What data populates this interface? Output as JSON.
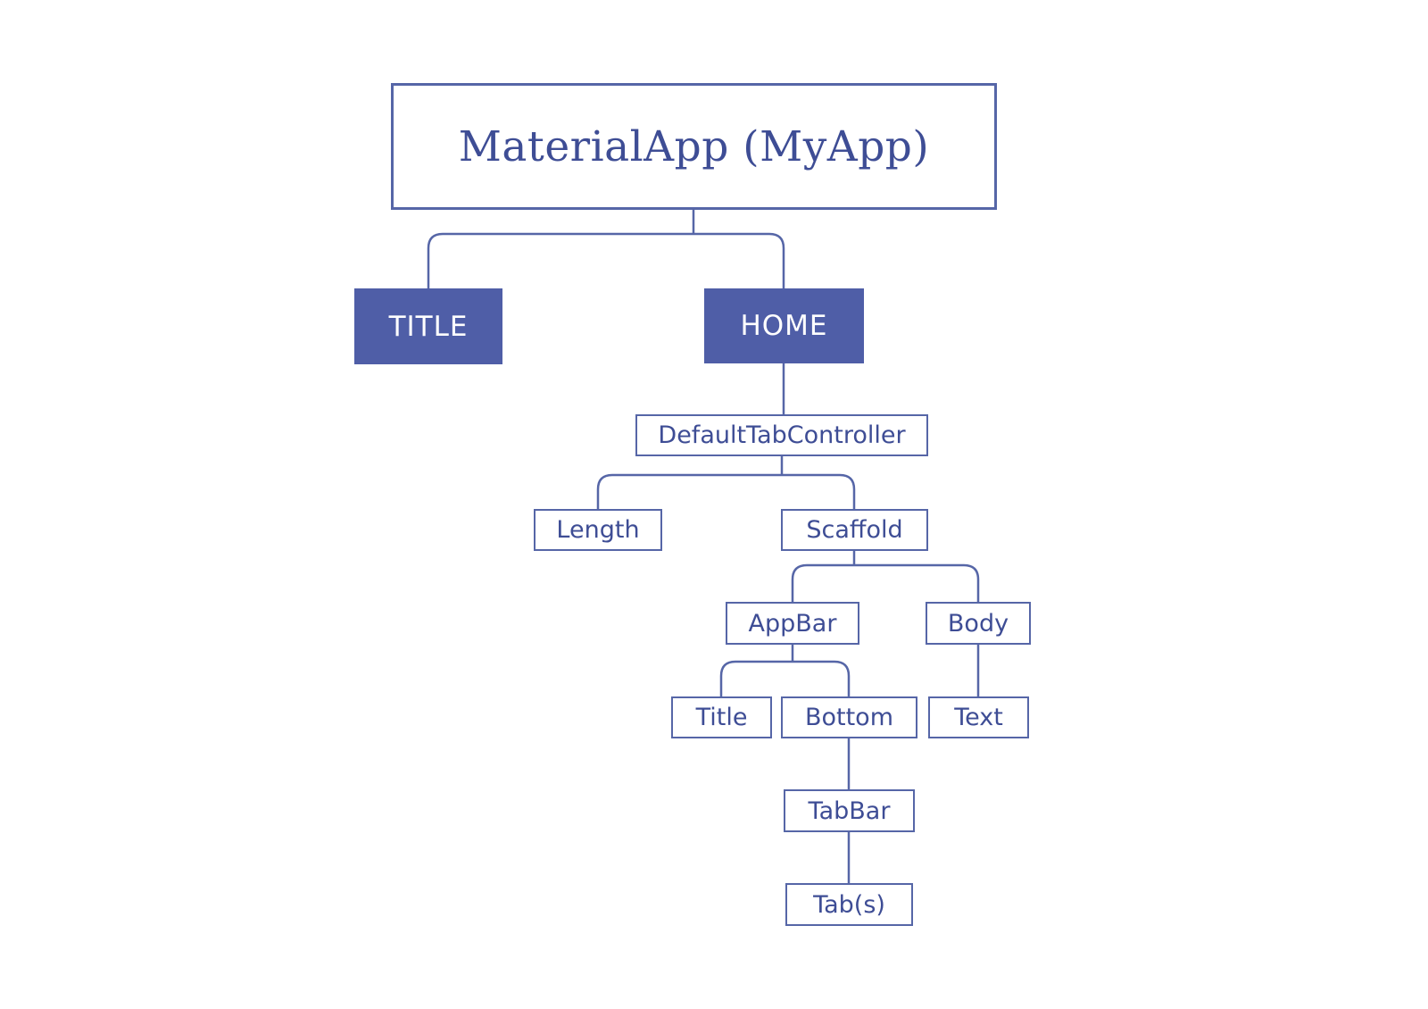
{
  "diagram": {
    "type": "widget-tree",
    "colors": {
      "line": "#5666a7",
      "filled_box": "#4f5ea7",
      "box_text": "#3e4d95",
      "filled_box_text": "#ffffff",
      "background": "#ffffff"
    },
    "nodes": {
      "materialapp": {
        "label": "MaterialApp (MyApp)",
        "style": "root"
      },
      "title_prop": {
        "label": "TITLE",
        "style": "filled"
      },
      "home_prop": {
        "label": "HOME",
        "style": "filled"
      },
      "dtc": {
        "label": "DefaultTabController",
        "style": "plain"
      },
      "length": {
        "label": "Length",
        "style": "plain"
      },
      "scaffold": {
        "label": "Scaffold",
        "style": "plain"
      },
      "appbar": {
        "label": "AppBar",
        "style": "plain"
      },
      "body": {
        "label": "Body",
        "style": "plain"
      },
      "appbar_title": {
        "label": "Title",
        "style": "plain"
      },
      "bottom": {
        "label": "Bottom",
        "style": "plain"
      },
      "body_text": {
        "label": "Text",
        "style": "plain"
      },
      "tabbar": {
        "label": "TabBar",
        "style": "plain"
      },
      "tabs": {
        "label": "Tab(s)",
        "style": "plain"
      }
    },
    "edges": [
      [
        "materialapp",
        "title_prop"
      ],
      [
        "materialapp",
        "home_prop"
      ],
      [
        "home_prop",
        "dtc"
      ],
      [
        "dtc",
        "length"
      ],
      [
        "dtc",
        "scaffold"
      ],
      [
        "scaffold",
        "appbar"
      ],
      [
        "scaffold",
        "body"
      ],
      [
        "appbar",
        "appbar_title"
      ],
      [
        "appbar",
        "bottom"
      ],
      [
        "body",
        "body_text"
      ],
      [
        "bottom",
        "tabbar"
      ],
      [
        "tabbar",
        "tabs"
      ]
    ]
  }
}
